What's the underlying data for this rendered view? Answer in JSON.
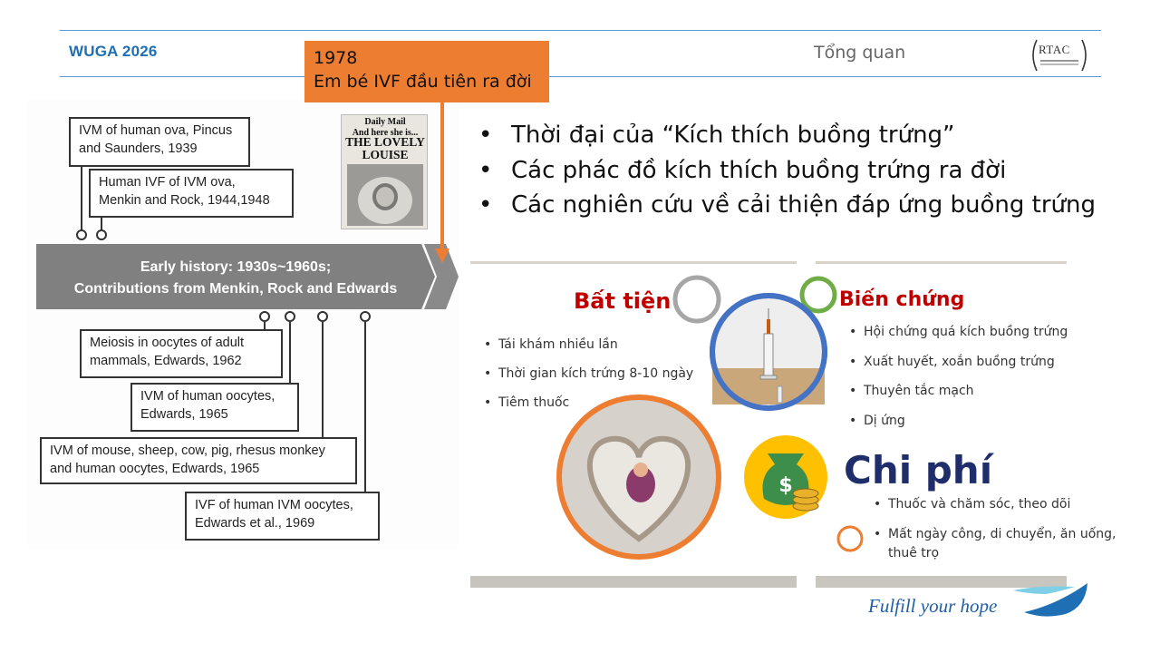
{
  "header": {
    "brand": "WUGA 2026",
    "section_title": "Tổng quan",
    "logo_text": "RTAC"
  },
  "callout": {
    "year": "1978",
    "text": "Em bé IVF đầu tiên ra đời"
  },
  "bullets": [
    "Thời đại của “Kích thích buồng trứng”",
    "Các phác đồ kích thích buồng trứng ra đời",
    "Các nghiên cứu về cải thiện đáp ứng buồng trứng"
  ],
  "timeline": {
    "band_line1": "Early history: 1930s~1960s;",
    "band_line2": "Contributions from Menkin, Rock and Edwards",
    "above": [
      {
        "line1": "IVM of human ova, Pincus",
        "line2": "and Saunders, 1939"
      },
      {
        "line1": "Human IVF of IVM ova,",
        "line2": "Menkin and Rock, 1944,1948"
      }
    ],
    "below": [
      {
        "line1": "Meiosis in oocytes of adult",
        "line2": "mammals, Edwards, 1962"
      },
      {
        "line1": "IVM of human oocytes,",
        "line2": "Edwards, 1965"
      },
      {
        "line1": "IVM of mouse, sheep, cow, pig, rhesus monkey",
        "line2": "and human oocytes, Edwards, 1965"
      },
      {
        "line1": "IVF of human IVM oocytes,",
        "line2": "Edwards et al., 1969"
      }
    ]
  },
  "newspaper": {
    "masthead": "Daily Mail",
    "subhead": "And here she is...",
    "headline_1": "THE LOVELY",
    "headline_2": "LOUISE"
  },
  "graphic": {
    "bat_tien": {
      "title": "Bất tiện",
      "items": [
        "Tái khám nhiều lần",
        "Thời gian kích trứng 8-10 ngày",
        "Tiêm thuốc"
      ]
    },
    "bien_chung": {
      "title": "Biến chứng",
      "items": [
        "Hội chứng quá kích buồng trứng",
        "Xuất huyết, xoắn buồng trứng",
        "Thuyên tắc mạch",
        "Dị ứng"
      ]
    },
    "chi_phi": {
      "title": "Chi phí",
      "items": [
        "Thuốc và chăm sóc, theo dõi",
        "Mất ngày công, di chuyển, ăn uống,",
        "thuê trọ"
      ]
    }
  },
  "footer": {
    "slogan": "Fulfill your hope"
  },
  "colors": {
    "accent_blue": "#1f6fb4",
    "callout_orange": "#ed7d31",
    "band_gray": "#808080",
    "red_title": "#c00000",
    "navy_title": "#1f2d6b"
  }
}
